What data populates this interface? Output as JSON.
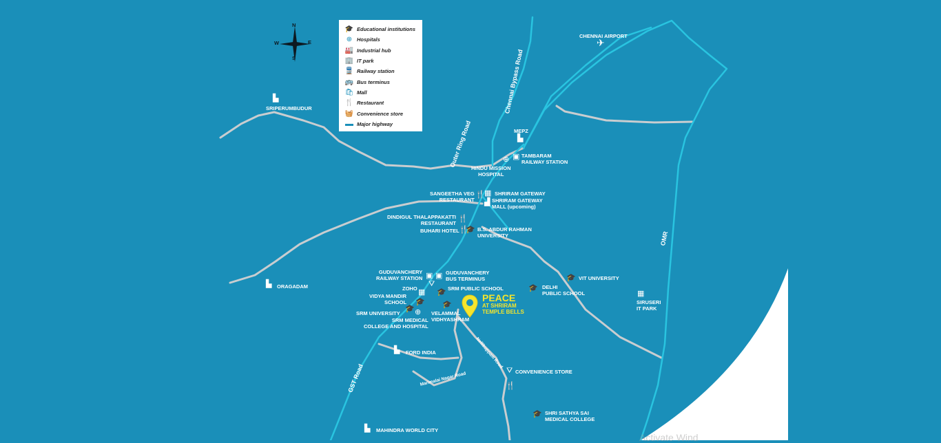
{
  "compass": {
    "n": "N",
    "s": "S",
    "e": "E",
    "w": "W"
  },
  "legend": [
    {
      "icon": "graduation-cap-icon",
      "glyph": "🎓",
      "label": "Educational institutions"
    },
    {
      "icon": "hospital-icon",
      "glyph": "⊕",
      "label": "Hospitals"
    },
    {
      "icon": "factory-icon",
      "glyph": "🏭",
      "label": "Industrial hub"
    },
    {
      "icon": "building-icon",
      "glyph": "🏢",
      "label": "IT park"
    },
    {
      "icon": "train-icon",
      "glyph": "🚆",
      "label": "Railway station"
    },
    {
      "icon": "bus-icon",
      "glyph": "🚌",
      "label": "Bus terminus"
    },
    {
      "icon": "shopping-bag-icon",
      "glyph": "🛍",
      "label": "Mall"
    },
    {
      "icon": "fork-knife-icon",
      "glyph": "🍴",
      "label": "Restaurant"
    },
    {
      "icon": "basket-icon",
      "glyph": "🧺",
      "label": "Convenience store"
    },
    {
      "icon": "highway-icon",
      "glyph": "",
      "label": "Major highway"
    }
  ],
  "roads": {
    "chennai_bypass": "Chennai Bypass Road",
    "outer_ring": "Outer Ring Road",
    "omr": "OMR",
    "gst": "GST Road",
    "nellikuppam": "Nellikuppam Road",
    "marimalai": "Marimalai Nagar Road"
  },
  "places": {
    "chennai_airport": "CHENNAI AIRPORT",
    "sriperumbudur": "SRIPERUMBUDUR",
    "mepz": "MEPZ",
    "tambaram_1": "TAMBARAM",
    "tambaram_2": "RAILWAY STATION",
    "hindu_1": "HINDU MISSION",
    "hindu_2": "HOSPITAL",
    "sangeetha_1": "SANGEETHA VEG",
    "sangeetha_2": "RESTAURANT",
    "shriram_gateway": "SHRIRAM GATEWAY",
    "shriram_mall_1": "SHRIRAM GATEWAY",
    "shriram_mall_2": "MALL (upcoming)",
    "dindigul_1": "DINDIGUL THALAPPAKATTI",
    "dindigul_2": "RESTAURANT",
    "buhari": "BUHARI HOTEL",
    "bsa_1": "B.S. ABDUR RAHMAN",
    "bsa_2": "UNIVERSITY",
    "oragadam": "ORAGADAM",
    "gud_rail_1": "GUDUVANCHERY",
    "gud_rail_2": "RAILWAY STATION",
    "gud_bus_1": "GUDUVANCHERY",
    "gud_bus_2": "BUS TERMINUS",
    "zoho": "ZOHO",
    "srm_public": "SRM PUBLIC SCHOOL",
    "vit": "VIT UNIVERSITY",
    "delhi_1": "DELHI",
    "delhi_2": "PUBLIC SCHOOL",
    "vidya_1": "VIDYA MANDIR",
    "vidya_2": "SCHOOL",
    "srm_univ": "SRM UNIVERSITY",
    "srm_med_1": "SRM MEDICAL",
    "srm_med_2": "COLLEGE AND HOSPITAL",
    "velammal_1": "VELAMMAL",
    "velammal_2": "VIDHYASHRAM",
    "siruseri_1": "SIRUSERI",
    "siruseri_2": "IT PARK",
    "ford": "FORD INDIA",
    "convenience": "CONVENIENCE STORE",
    "sathya_1": "SHRI SATHYA SAI",
    "sathya_2": "MEDICAL COLLEGE",
    "mahindra": "MAHINDRA WORLD CITY"
  },
  "project": {
    "line1": "PEACE",
    "line2": "AT SHRIRAM",
    "line3": "TEMPLE BELLS"
  },
  "colors": {
    "background": "#1a8fb9",
    "highway": "#29c4e0",
    "road": "#c9cdd0",
    "project": "#f5e52c"
  },
  "watermark": "Activate Wind"
}
